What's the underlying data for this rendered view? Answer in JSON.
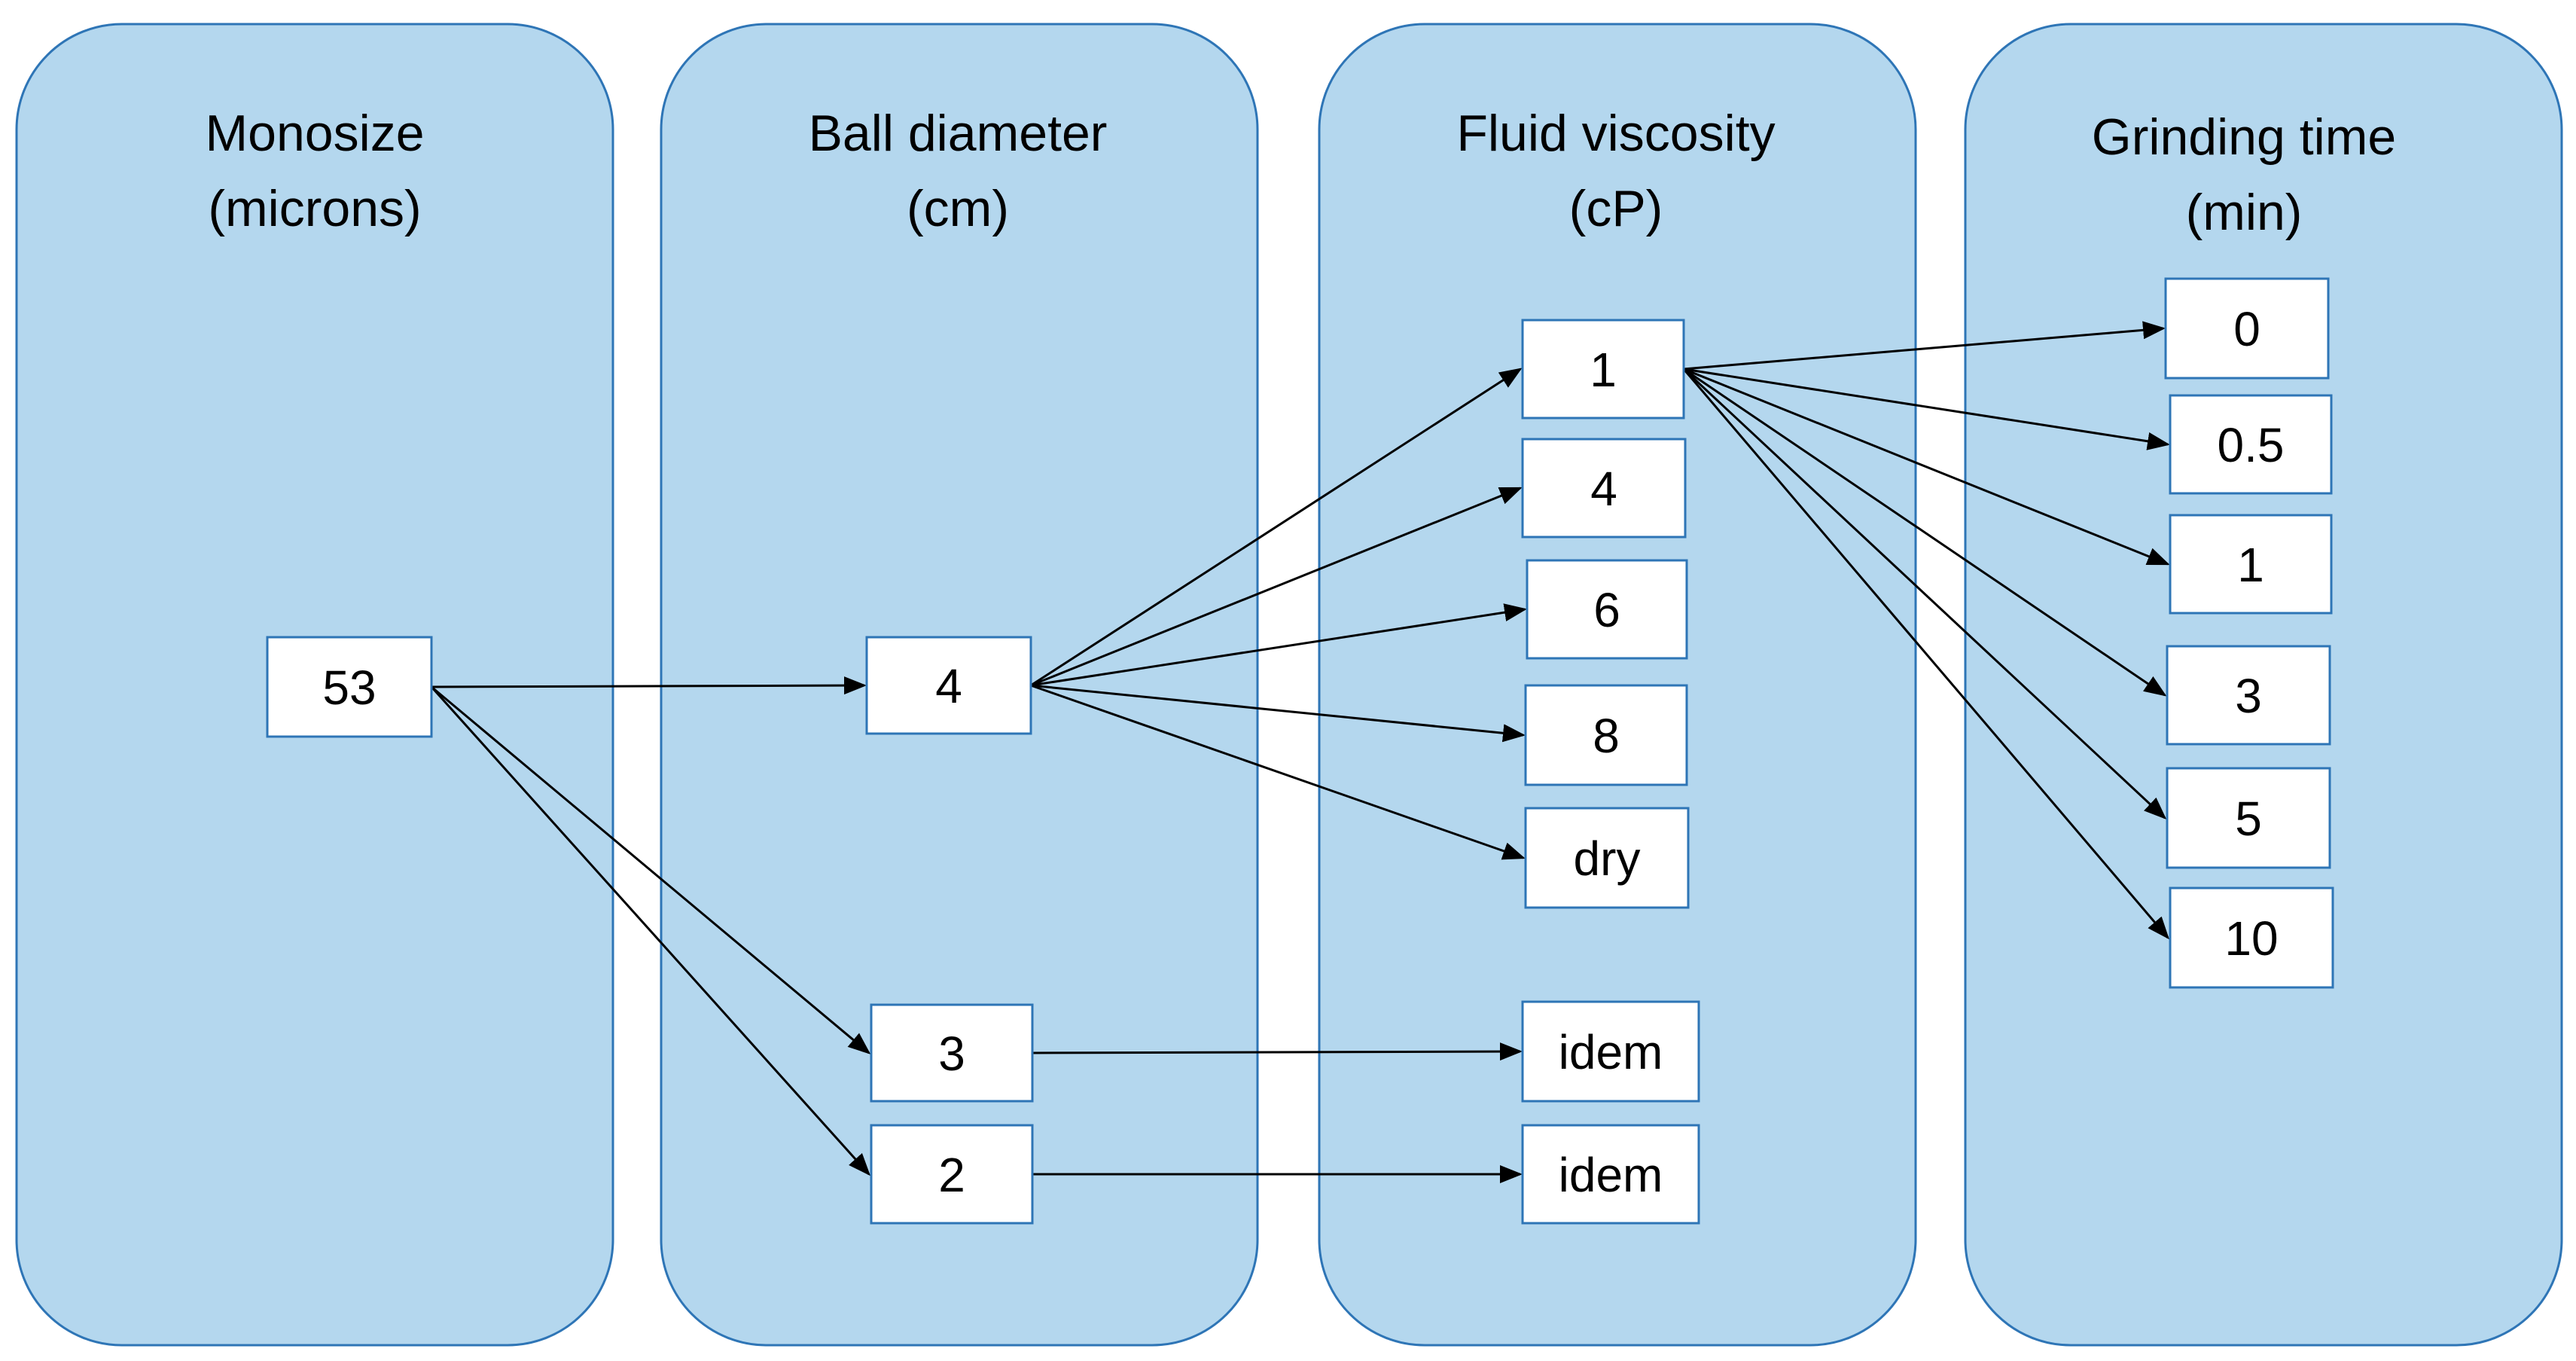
{
  "colors": {
    "panel_fill": "#b4d7ee",
    "panel_border": "#2e75b6",
    "node_fill": "#ffffff",
    "node_border": "#2e75b6",
    "arrow": "#000000",
    "text": "#000000"
  },
  "panels": [
    {
      "id": "monosize",
      "title_line1": "Monosize",
      "title_line2": "(microns)"
    },
    {
      "id": "ball-diameter",
      "title_line1": "Ball diameter",
      "title_line2": "(cm)"
    },
    {
      "id": "fluid-viscosity",
      "title_line1": "Fluid viscosity",
      "title_line2": "(cP)"
    },
    {
      "id": "grinding-time",
      "title_line1": "Grinding time",
      "title_line2": "(min)"
    }
  ],
  "nodes": {
    "mono_53": "53",
    "ball_4": "4",
    "ball_3": "3",
    "ball_2": "2",
    "visc_1": "1",
    "visc_4": "4",
    "visc_6": "6",
    "visc_8": "8",
    "visc_dry": "dry",
    "visc_idem_3": "idem",
    "visc_idem_2": "idem",
    "time_0": "0",
    "time_0_5": "0.5",
    "time_1": "1",
    "time_3": "3",
    "time_5": "5",
    "time_10": "10"
  },
  "edges": [
    [
      "mono_53",
      "ball_4"
    ],
    [
      "mono_53",
      "ball_3"
    ],
    [
      "mono_53",
      "ball_2"
    ],
    [
      "ball_4",
      "visc_1"
    ],
    [
      "ball_4",
      "visc_4"
    ],
    [
      "ball_4",
      "visc_6"
    ],
    [
      "ball_4",
      "visc_8"
    ],
    [
      "ball_4",
      "visc_dry"
    ],
    [
      "ball_3",
      "visc_idem_3"
    ],
    [
      "ball_2",
      "visc_idem_2"
    ],
    [
      "visc_1",
      "time_0"
    ],
    [
      "visc_1",
      "time_0_5"
    ],
    [
      "visc_1",
      "time_1"
    ],
    [
      "visc_1",
      "time_3"
    ],
    [
      "visc_1",
      "time_5"
    ],
    [
      "visc_1",
      "time_10"
    ]
  ]
}
